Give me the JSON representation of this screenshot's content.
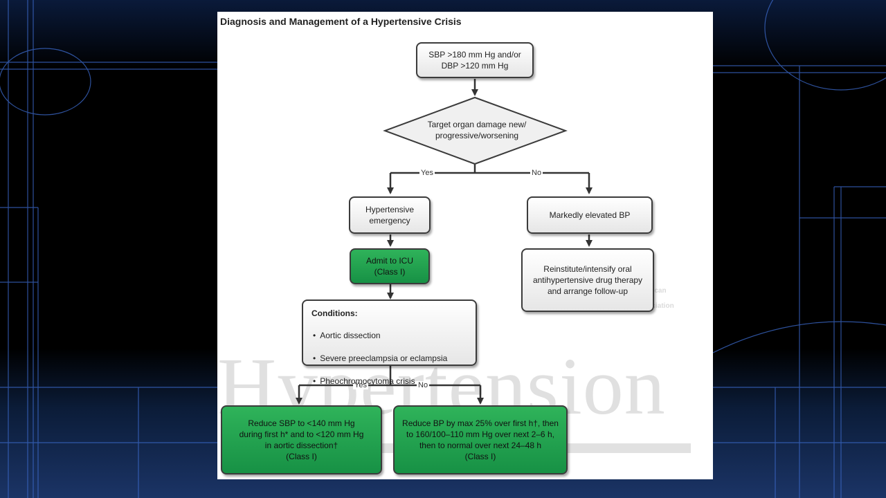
{
  "diagram": {
    "title": "Diagnosis and Management of a Hypertensive Crisis",
    "start_box": "SBP >180 mm Hg and/or\nDBP >120 mm Hg",
    "decision": "Target organ damage new/\nprogressive/worsening",
    "yes_label": "Yes",
    "no_label": "No",
    "emergency_box": "Hypertensive\nemergency",
    "elevated_box": "Markedly elevated BP",
    "icu_box": "Admit to ICU\n(Class I)",
    "oral_box": "Reinstitute/intensify oral\nantihypertensive drug therapy\nand arrange follow-up",
    "conditions": {
      "heading": "Conditions:",
      "items": [
        "Aortic dissection",
        "Severe preeclampsia or eclampsia",
        "Pheochromocytoma crisis"
      ]
    },
    "yes_label_2": "Yes",
    "no_label_2": "No",
    "reduce_sbp_box": "Reduce SBP to <140 mm Hg\nduring first h* and to <120 mm Hg\nin aortic dissection†\n(Class I)",
    "reduce_bp_box": "Reduce BP by max 25% over first h†, then\nto 160/100–110 mm Hg over next 2–6 h,\nthen to normal over next 24–48 h\n(Class I)",
    "watermark": "Hypertension",
    "logo_text": "American\nHeart\nAssociation"
  },
  "colors": {
    "action_green": "#1fa24d",
    "box_border": "#3b3b3b"
  }
}
